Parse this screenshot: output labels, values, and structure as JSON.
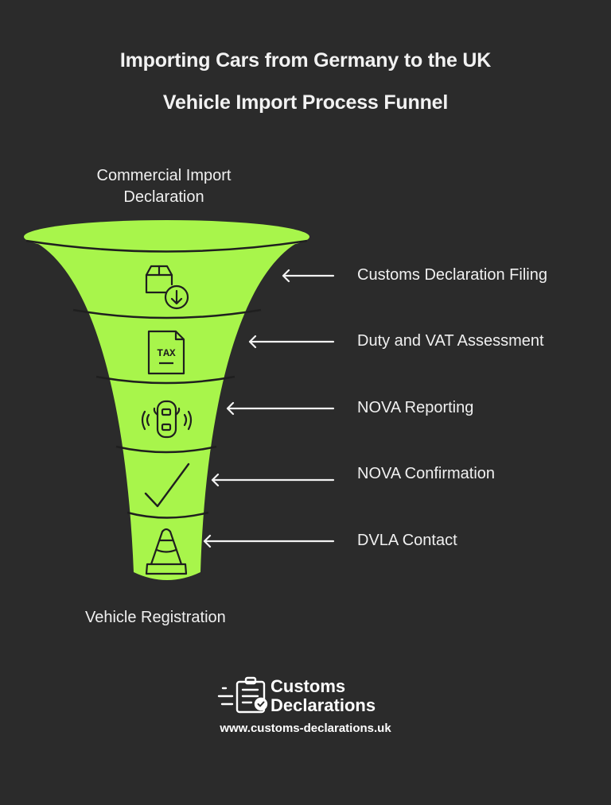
{
  "title": "Importing Cars from Germany to the UK",
  "subtitle": "Vehicle Import Process Funnel",
  "funnel": {
    "top_label": "Commercial Import Declaration",
    "bottom_label": "Vehicle Registration",
    "fill_color": "#a8f54b",
    "outline_color": "#1f1f1f",
    "steps": [
      {
        "label": "Customs Declaration Filing",
        "icon": "package-download-icon"
      },
      {
        "label": "Duty and VAT Assessment",
        "icon": "tax-document-icon"
      },
      {
        "label": "NOVA Reporting",
        "icon": "car-signal-icon"
      },
      {
        "label": "NOVA Confirmation",
        "icon": "checkmark-icon"
      },
      {
        "label": "DVLA Contact",
        "icon": "traffic-cone-icon"
      }
    ]
  },
  "branding": {
    "name_line1": "Customs",
    "name_line2": "Declarations",
    "url": "www.customs-declarations.uk",
    "icon": "clipboard-check-icon"
  },
  "colors": {
    "background": "#2b2b2b",
    "text": "#f2f2f2",
    "accent": "#a8f54b"
  }
}
